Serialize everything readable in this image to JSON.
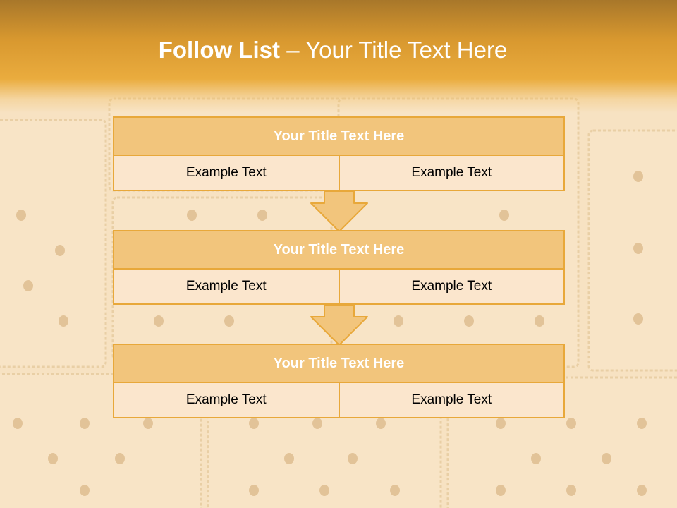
{
  "slide": {
    "title_bold": "Follow List",
    "title_rest": " – Your Title Text Here"
  },
  "colors": {
    "header": "#eaac3e",
    "box_border": "#e8a83a",
    "box_title_fill": "#f2c57c",
    "box_row_fill": "#fbe6cd",
    "background": "#f7e2c2"
  },
  "blocks": [
    {
      "title": "Your Title Text Here",
      "left_text": "Example Text",
      "right_text": "Example Text"
    },
    {
      "title": "Your Title Text Here",
      "left_text": "Example Text",
      "right_text": "Example Text"
    },
    {
      "title": "Your Title Text Here",
      "left_text": "Example Text",
      "right_text": "Example Text"
    }
  ]
}
